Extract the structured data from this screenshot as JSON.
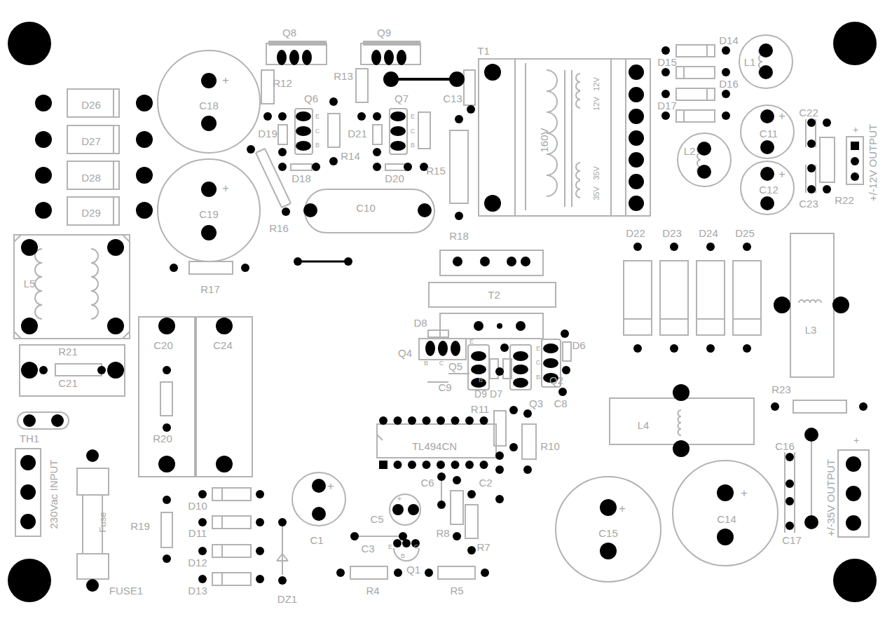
{
  "diagram": {
    "labels": [
      "Q8",
      "Q9",
      "T1",
      "D14",
      "L1",
      "D15",
      "R13",
      "+",
      "R12",
      "D16",
      "12V",
      "12V",
      "Q6",
      "Q7",
      "C13",
      "D26",
      "C18",
      "D17",
      "C22",
      "+",
      "+",
      "+/-12V OUTPUT",
      "E",
      "C",
      "B",
      "E",
      "C",
      "B",
      "D19",
      "D21",
      "C11",
      "D27",
      "R14",
      "L2",
      "160V",
      "D18",
      "D20",
      "R15",
      "35V",
      "35V",
      "+",
      "D28",
      "C12",
      "+",
      "R22",
      "C23",
      "C10",
      "D29",
      "C19",
      "R16",
      "R18",
      "D22",
      "D23",
      "D24",
      "D25",
      "L5",
      "R17",
      "T2",
      "D8",
      "L3",
      "C20",
      "C24",
      "D6",
      "E",
      "E",
      "R21",
      "Q4",
      "B",
      "C",
      "C",
      "Q5",
      "B",
      "B",
      "Q2",
      "C9",
      "C21",
      "R23",
      "D9",
      "D7",
      "Q3",
      "C8",
      "R11",
      "L4",
      "TH1",
      "R20",
      "+",
      "C16",
      "TL494CN",
      "R10",
      "C6",
      "C2",
      "+",
      "+",
      "230Vac INPUT",
      "+",
      "D10",
      "+",
      "C5",
      "C14",
      "Fuse",
      "R19",
      "+/-35V OUTPUT",
      "D11",
      "R8",
      "C15",
      "C1",
      "C17",
      "E",
      "C",
      "C3",
      "R7",
      "B",
      "D12",
      "Q1",
      "D13",
      "R4",
      "R5",
      "FUSE1",
      "DZ1"
    ]
  }
}
